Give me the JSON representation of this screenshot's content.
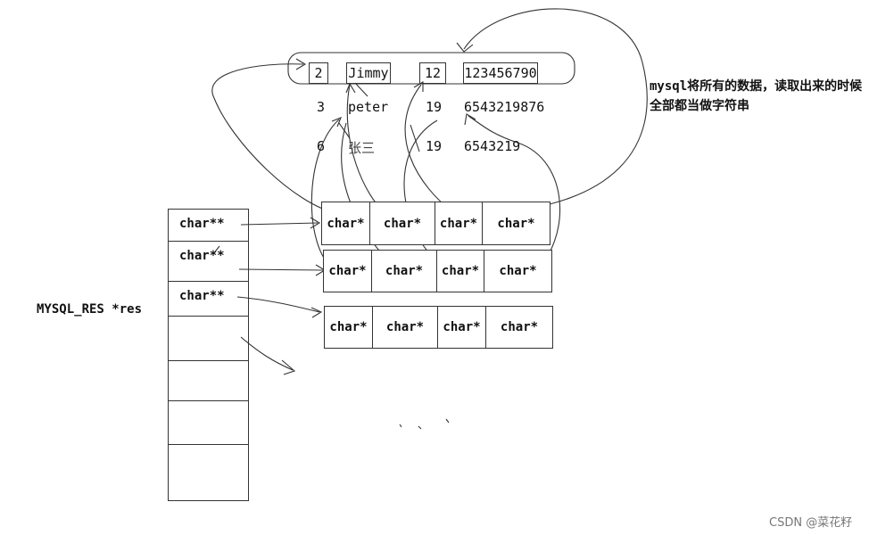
{
  "records": {
    "row1": {
      "id": "2",
      "name": "Jimmy",
      "age": "12",
      "phone": "123456790"
    },
    "row2": {
      "id": "3",
      "name": "peter",
      "age": "19",
      "phone": "6543219876"
    },
    "row3": {
      "id": "6",
      "name": "张三",
      "age": "19",
      "phone": "6543219"
    }
  },
  "note": {
    "line1": "mysql将所有的数据，读取出来的时候",
    "line2": "全部都当做字符串"
  },
  "res_label": "MYSQL_RES *res",
  "left_cells": [
    "char**",
    "char**",
    "char**"
  ],
  "cell_label": "char*",
  "watermark": "CSDN @菜花籽"
}
